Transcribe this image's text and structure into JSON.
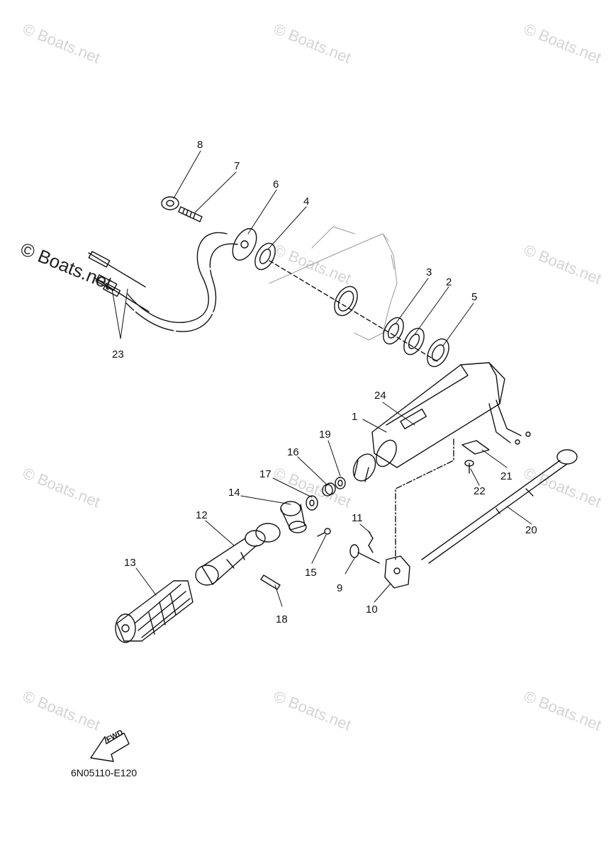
{
  "watermark": "© Boats.net",
  "figure_code": "6N05110-E120",
  "fwd_label": "FWD",
  "callouts": [
    "1",
    "2",
    "3",
    "4",
    "5",
    "6",
    "7",
    "8",
    "9",
    "10",
    "11",
    "12",
    "13",
    "14",
    "15",
    "16",
    "17",
    "18",
    "19",
    "20",
    "21",
    "22",
    "23",
    "24"
  ]
}
